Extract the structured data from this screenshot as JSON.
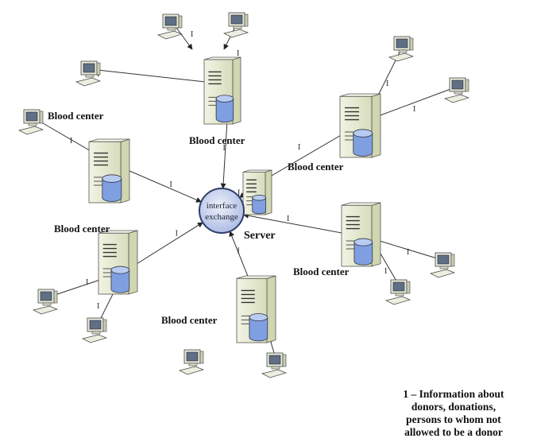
{
  "hub": {
    "line1": "interface",
    "line2": "exchange"
  },
  "server_label": "Server",
  "blood_center_label": "Blood center",
  "link_marker": "I",
  "legend": [
    "1 – Information about",
    "donors, donations,",
    "persons to whom not",
    "allowed to be a donor"
  ],
  "colors": {
    "hub_fill": "#c9d2ec",
    "hub_stroke": "#2f3d6b",
    "tower_body": "#e9edd6",
    "tower_side": "#cfd6b0",
    "database": "#7f9fe0",
    "line": "#333333"
  }
}
